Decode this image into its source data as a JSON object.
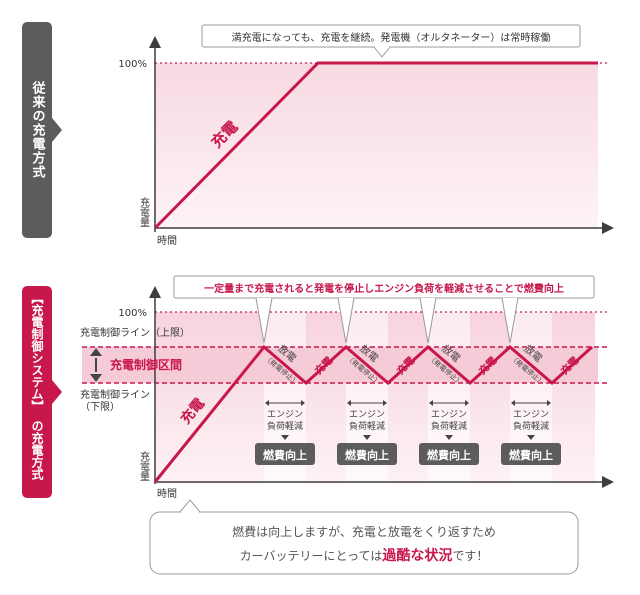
{
  "section1": {
    "title": "従来の充電方式",
    "note": "満充電になっても、充電を継続。発電機（オルタネーター）は常時稼働",
    "y_tick": "100%",
    "y_label": "充電量",
    "x_label": "時間",
    "charge_label": "充電"
  },
  "section2": {
    "title_part1": "【充電制御システム】",
    "title_part2": "の充電方式",
    "note": "一定量まで充電されると発電を停止しエンジン負荷を軽減させることで燃費向上",
    "y_tick": "100%",
    "upper_limit": "充電制御ライン（上限）",
    "lower_limit_1": "充電制御ライン",
    "lower_limit_2": "（下限）",
    "range_label": "充電制御区間",
    "y_label": "充電量",
    "x_label": "時間",
    "charge_label": "充電",
    "discharge": "放電",
    "discharge_sub": "（発電停止）",
    "recharge": "充電",
    "engine_line1": "エンジン",
    "engine_line2": "負荷軽減",
    "fuel_label": "燃費向上"
  },
  "bottom": {
    "line1": "燃費は向上しますが、充電と放電をくり返すため",
    "line2_pre": "カーバッテリーにとっては",
    "line2_strong": "過酷な状況",
    "line2_post": "です！"
  },
  "colors": {
    "crimson": "#c8174b",
    "gray_box": "#5c5c5c",
    "pink_light": "#fbe6ec",
    "pink_band": "#f6cbd8"
  }
}
